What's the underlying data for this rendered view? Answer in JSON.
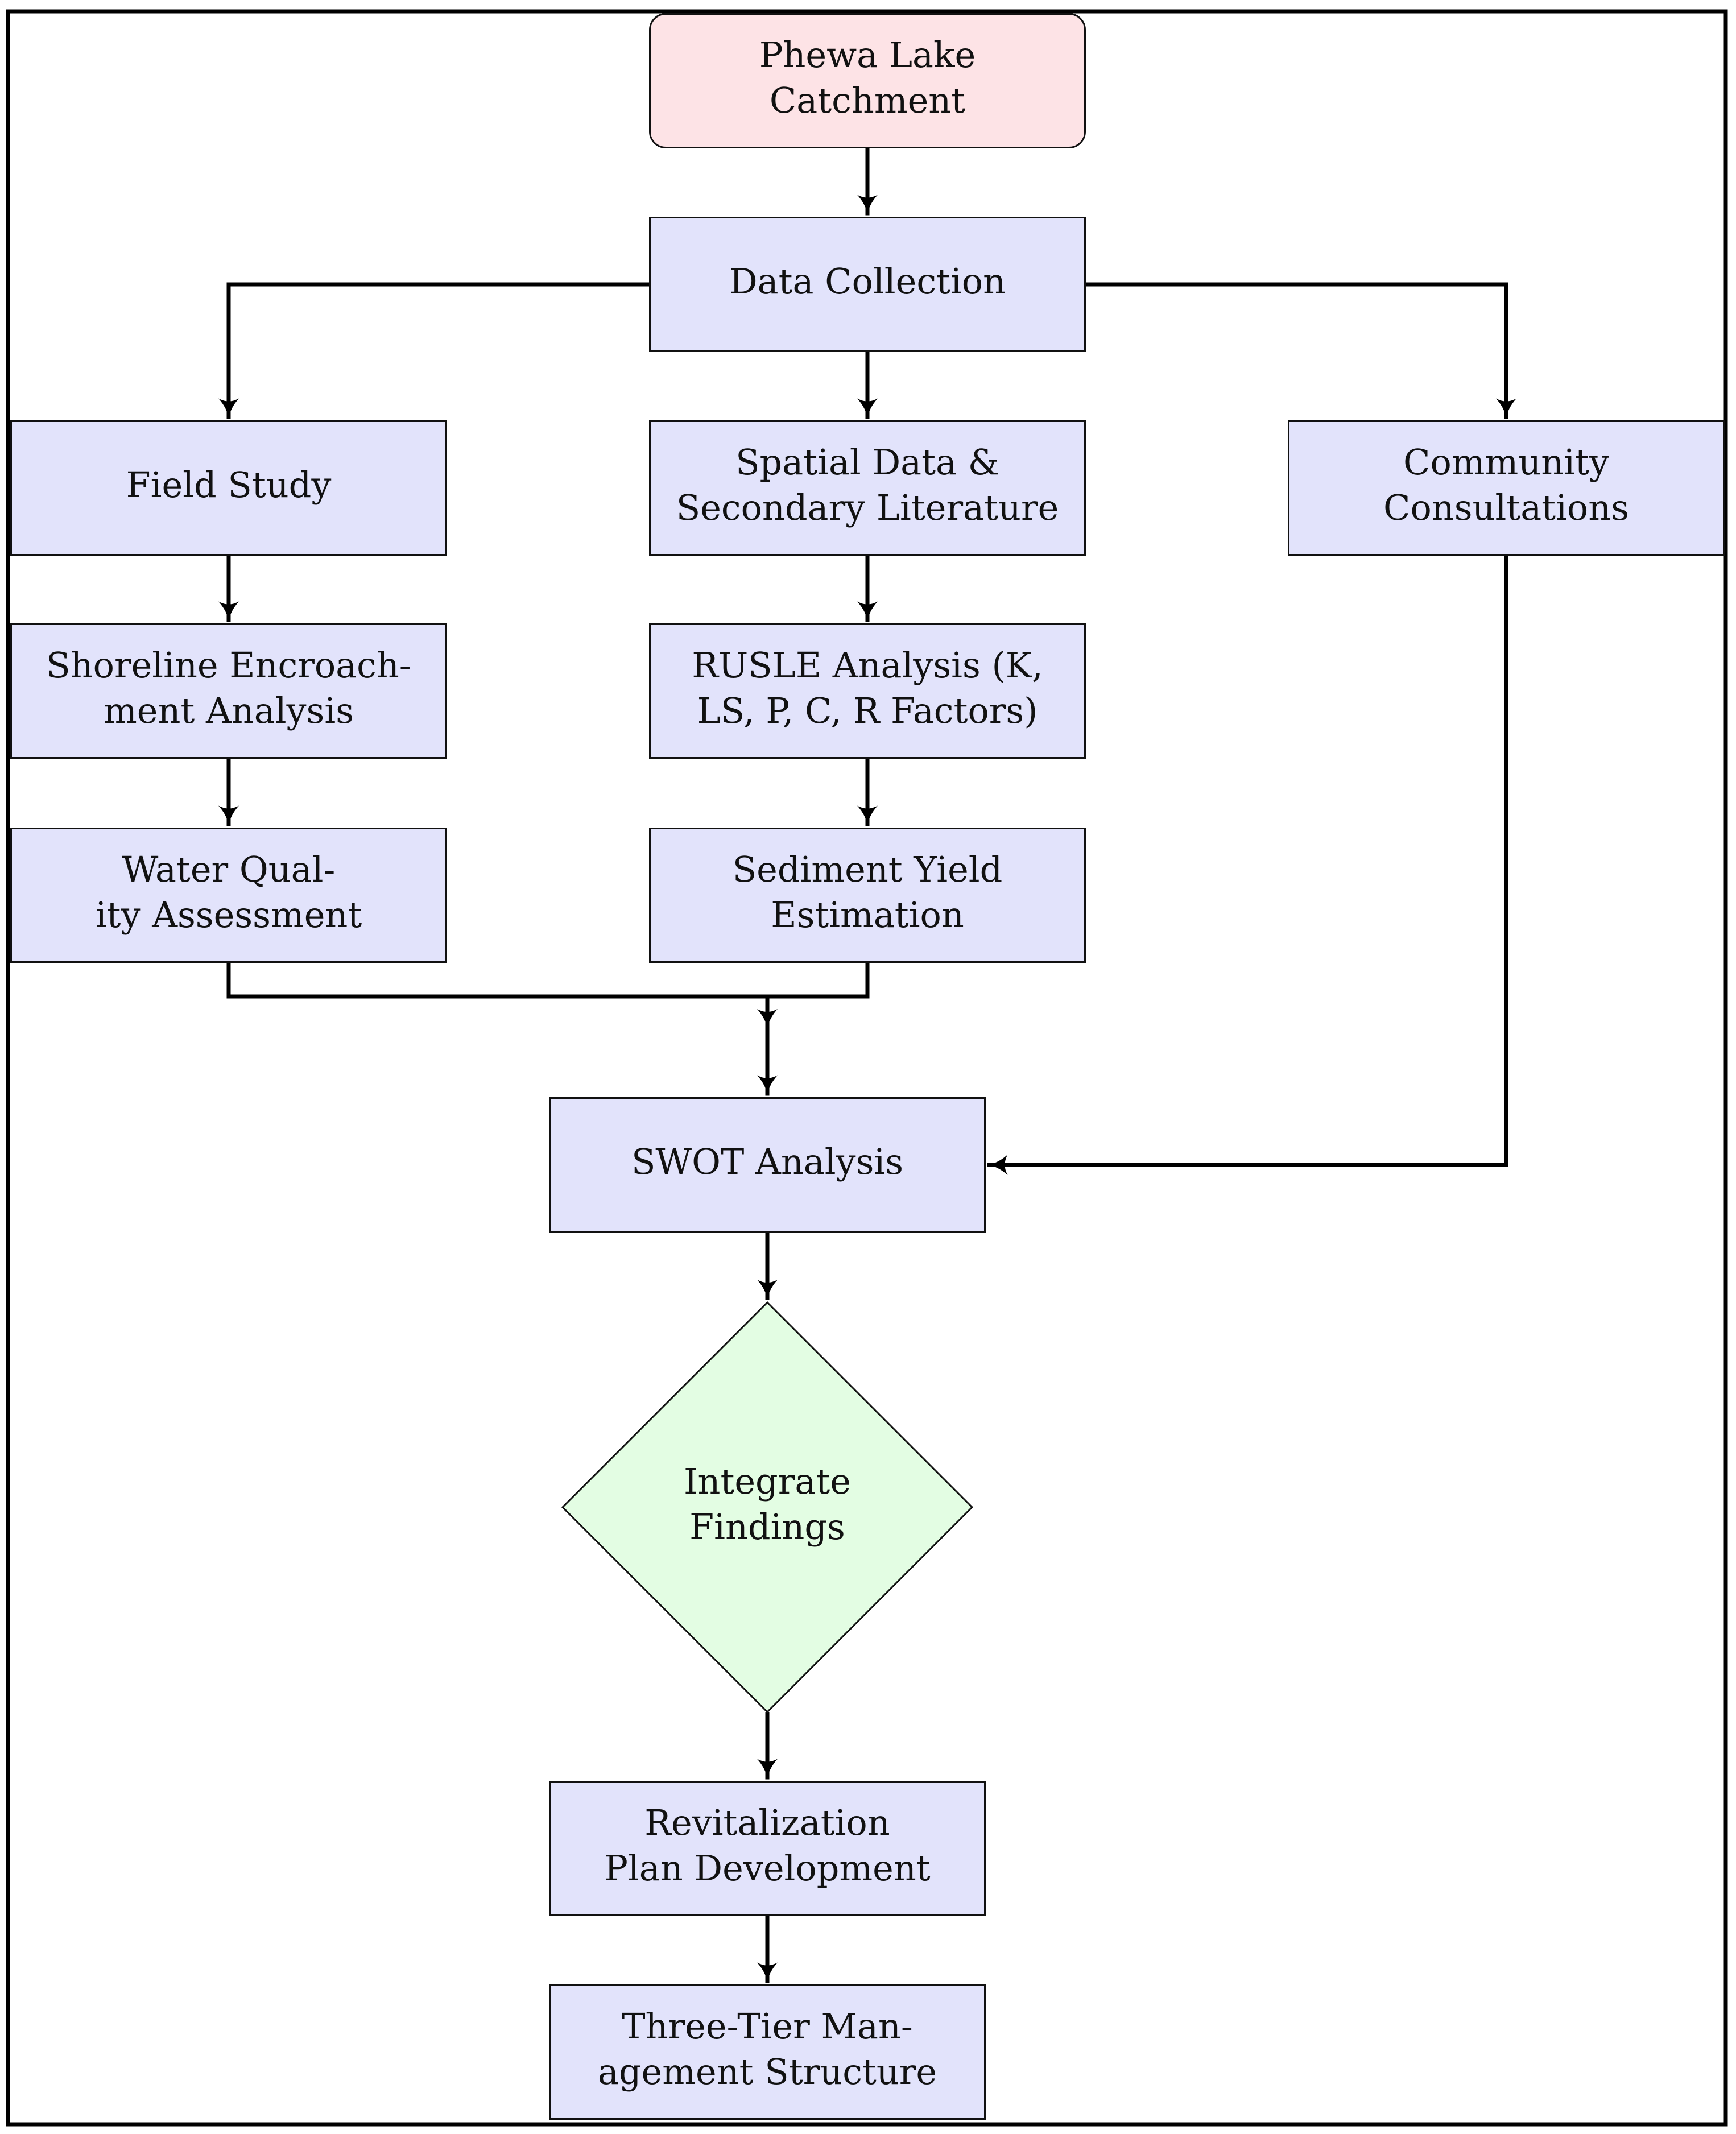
{
  "colors": {
    "start": "#fde3e6",
    "process": "#e2e3fb",
    "decision": "#e3fde3",
    "stroke": "#111111",
    "edge": "#000000",
    "frame": "#000000"
  },
  "nodes": {
    "catchment": {
      "shape": "rounded",
      "lines": [
        "Phewa Lake",
        "Catchment"
      ]
    },
    "data": {
      "shape": "rect",
      "lines": [
        "Data Collection"
      ]
    },
    "field": {
      "shape": "rect",
      "lines": [
        "Field Study"
      ]
    },
    "spatial": {
      "shape": "rect",
      "lines": [
        "Spatial Data &",
        "Secondary Literature"
      ]
    },
    "community": {
      "shape": "rect",
      "lines": [
        "Community",
        "Consultations"
      ]
    },
    "shoreline": {
      "shape": "rect",
      "lines": [
        "Shoreline Encroach-",
        "ment Analysis"
      ]
    },
    "rusle": {
      "shape": "rect",
      "lines": [
        "RUSLE Analysis (K,",
        "LS, P, C, R Factors)"
      ]
    },
    "water": {
      "shape": "rect",
      "lines": [
        "Water Qual-",
        "ity Assessment"
      ]
    },
    "sediment": {
      "shape": "rect",
      "lines": [
        "Sediment Yield",
        "Estimation"
      ]
    },
    "swot": {
      "shape": "rect",
      "lines": [
        "SWOT Analysis"
      ]
    },
    "integrate": {
      "shape": "diamond",
      "lines": [
        "Integrate",
        "Findings"
      ]
    },
    "plan": {
      "shape": "rect",
      "lines": [
        "Revitalization",
        "Plan Development"
      ]
    },
    "tier": {
      "shape": "rect",
      "lines": [
        "Three-Tier Man-",
        "agement Structure"
      ]
    }
  },
  "edges": [
    {
      "from": "catchment",
      "to": "data"
    },
    {
      "from": "data",
      "to": "field"
    },
    {
      "from": "data",
      "to": "spatial"
    },
    {
      "from": "data",
      "to": "community"
    },
    {
      "from": "field",
      "to": "shoreline"
    },
    {
      "from": "shoreline",
      "to": "water"
    },
    {
      "from": "spatial",
      "to": "rusle"
    },
    {
      "from": "rusle",
      "to": "sediment"
    },
    {
      "from": "water",
      "to": "swot"
    },
    {
      "from": "sediment",
      "to": "swot"
    },
    {
      "from": "community",
      "to": "swot"
    },
    {
      "from": "swot",
      "to": "integrate"
    },
    {
      "from": "integrate",
      "to": "plan"
    },
    {
      "from": "plan",
      "to": "tier"
    }
  ]
}
